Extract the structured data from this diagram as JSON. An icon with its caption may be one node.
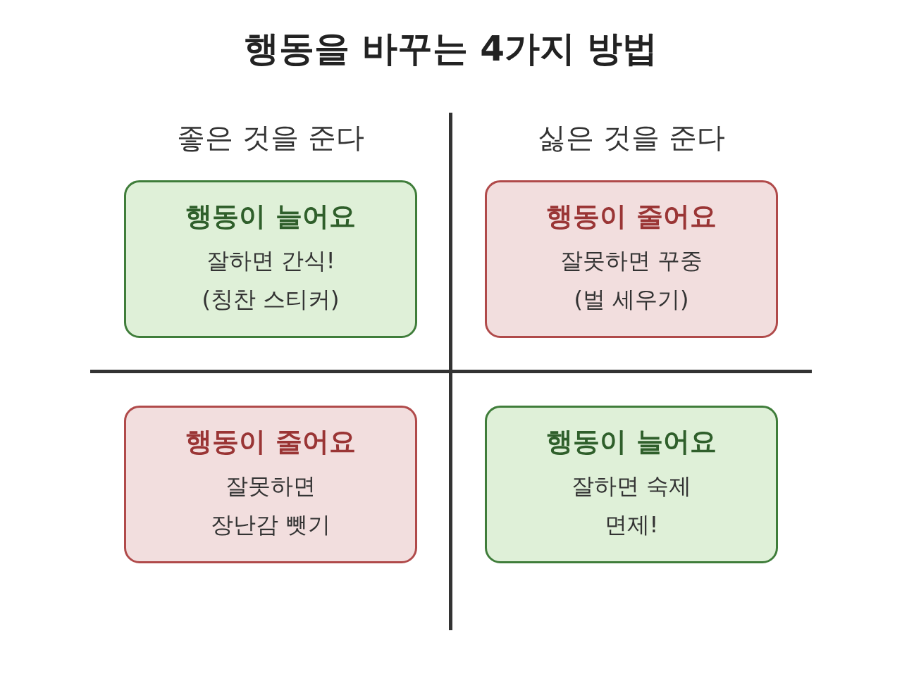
{
  "diagram": {
    "title": "행동을 바꾸는 4가지 방법",
    "nodes": [
      {
        "text": [
          "행동이 늘어요",
          "잘하면 간식! (칭찬 스티커)"
        ]
      },
      {
        "text": [
          "행동이 줄어요",
          "잘못하면 꾸중 (벌 세우기)"
        ]
      },
      {
        "text": [
          "행동이 줄어요",
          "잘못하면 장난감 뺏기"
        ]
      },
      {
        "text": [
          "행동이 늘어요",
          "잘하면 숙제 면제!"
        ]
      }
    ],
    "labels": [
      "좋은 것을 준다",
      "싫은 것을 준다"
    ]
  }
}
